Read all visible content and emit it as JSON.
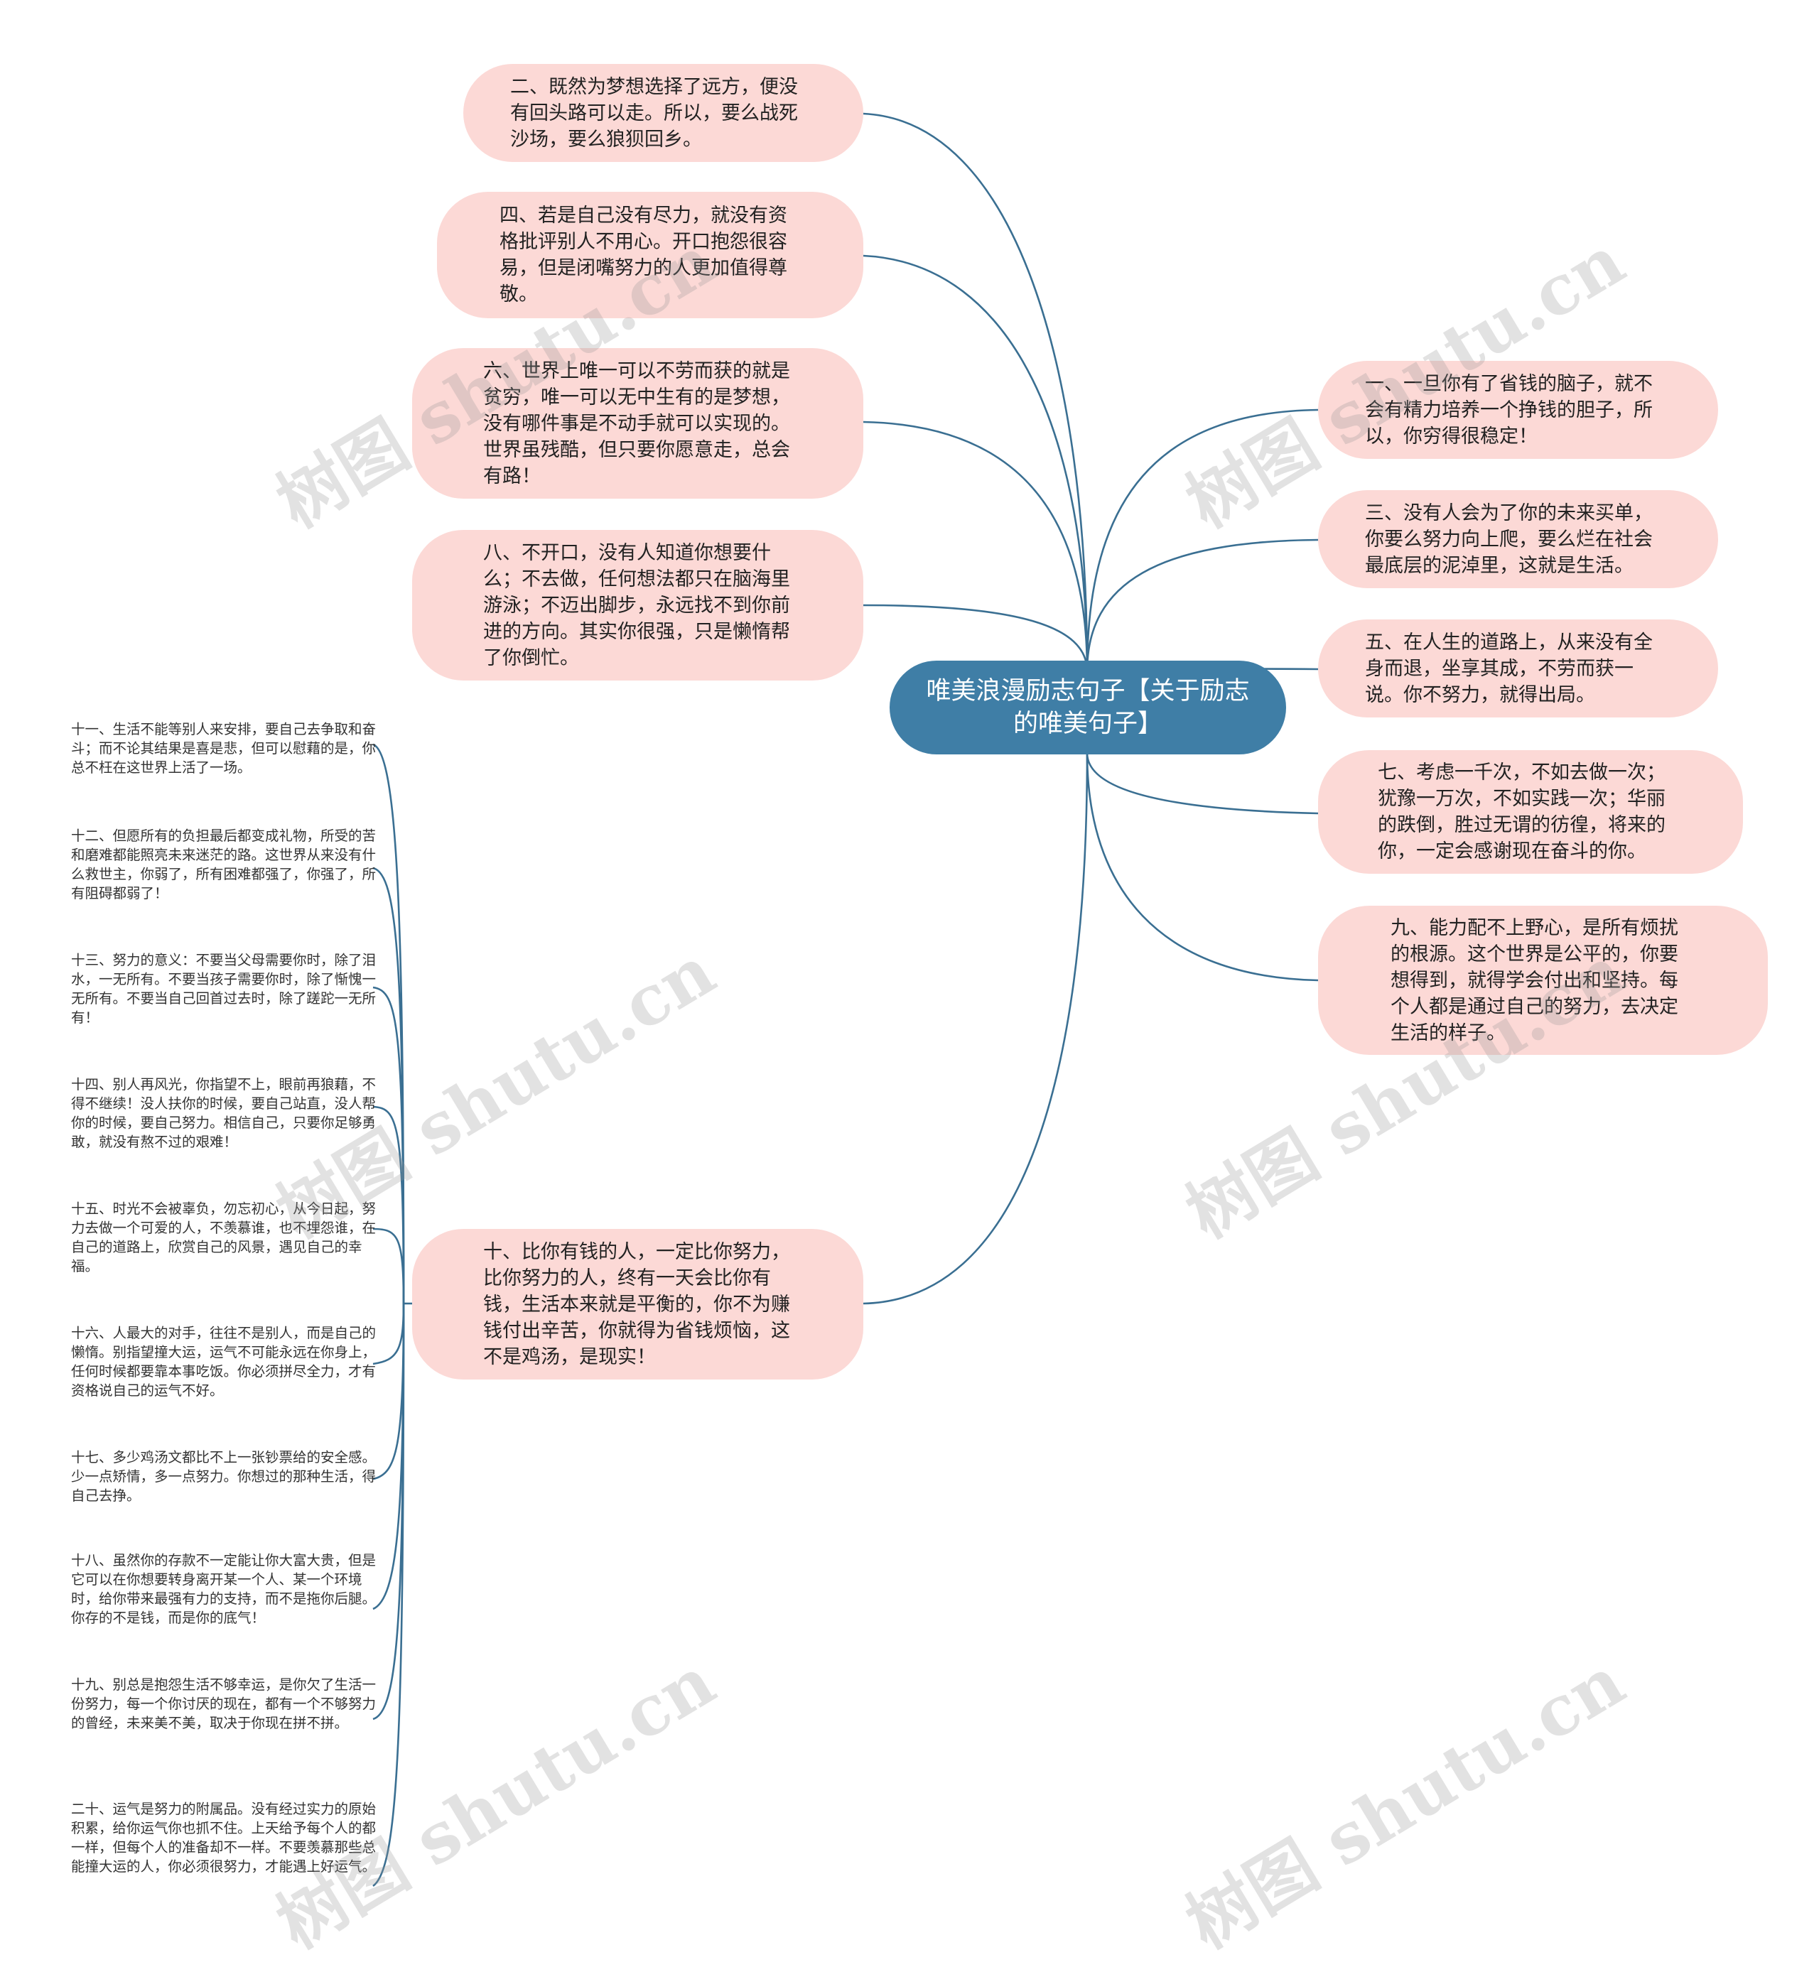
{
  "central_topic": "唯美浪漫励志句子【关于励志的唯美句子】",
  "left_nodes": [
    "二、既然为梦想选择了远方，便没有回头路可以走。所以，要么战死沙场，要么狼狈回乡。",
    "四、若是自己没有尽力，就没有资格批评别人不用心。开口抱怨很容易，但是闭嘴努力的人更加值得尊敬。",
    "六、世界上唯一可以不劳而获的就是贫穷，唯一可以无中生有的是梦想，没有哪件事是不动手就可以实现的。世界虽残酷，但只要你愿意走，总会有路！",
    "八、不开口，没有人知道你想要什么；不去做，任何想法都只在脑海里游泳；不迈出脚步，永远找不到你前进的方向。其实你很强，只是懒惰帮了你倒忙。",
    "十、比你有钱的人，一定比你努力，比你努力的人，终有一天会比你有钱，生活本来就是平衡的，你不为赚钱付出辛苦，你就得为省钱烦恼，这不是鸡汤，是现实！"
  ],
  "right_nodes": [
    "一、一旦你有了省钱的脑子，就不会有精力培养一个挣钱的胆子，所以，你穷得很稳定！",
    "三、没有人会为了你的未来买单，你要么努力向上爬，要么烂在社会最底层的泥淖里，这就是生活。",
    "五、在人生的道路上，从来没有全身而退，坐享其成，不劳而获一说。你不努力，就得出局。",
    "七、考虑一千次，不如去做一次；犹豫一万次，不如实践一次；华丽的跌倒，胜过无谓的彷徨，将来的你，一定会感谢现在奋斗的你。",
    "九、能力配不上野心，是所有烦扰的根源。这个世界是公平的，你要想得到，就得学会付出和坚持。每个人都是通过自己的努力，去决定生活的样子。"
  ],
  "sub_nodes": [
    "十一、生活不能等别人来安排，要自己去争取和奋斗；而不论其结果是喜是悲，但可以慰藉的是，你总不枉在这世界上活了一场。",
    "十二、但愿所有的负担最后都变成礼物，所受的苦和磨难都能照亮未来迷茫的路。这世界从来没有什么救世主，你弱了，所有困难都强了，你强了，所有阻碍都弱了！",
    "十三、努力的意义：不要当父母需要你时，除了泪水，一无所有。不要当孩子需要你时，除了惭愧一无所有。不要当自己回首过去时，除了蹉跎一无所有！",
    "十四、别人再风光，你指望不上，眼前再狼藉，不得不继续！没人扶你的时候，要自己站直，没人帮你的时候，要自己努力。相信自己，只要你足够勇敢，就没有熬不过的艰难！",
    "十五、时光不会被辜负，勿忘初心，从今日起，努力去做一个可爱的人，不羡慕谁，也不埋怨谁，在自己的道路上，欣赏自己的风景，遇见自己的幸福。",
    "十六、人最大的对手，往往不是别人，而是自己的懒惰。别指望撞大运，运气不可能永远在你身上，任何时候都要靠本事吃饭。你必须拼尽全力，才有资格说自己的运气不好。",
    "十七、多少鸡汤文都比不上一张钞票给的安全感。少一点矫情，多一点努力。你想过的那种生活，得自己去挣。",
    "十八、虽然你的存款不一定能让你大富大贵，但是它可以在你想要转身离开某一个人、某一个环境时，给你带来最强有力的支持，而不是拖你后腿。你存的不是钱，而是你的底气！",
    "十九、别总是抱怨生活不够幸运，是你欠了生活一份努力，每一个你讨厌的现在，都有一个不够努力的曾经，未来美不美，取决于你现在拼不拼。",
    "二十、运气是努力的附属品。没有经过实力的原始积累，给你运气你也抓不住。上天给予每个人的都一样，但每个人的准备却不一样。不要羡慕那些总能撞大运的人，你必须很努力，才能遇上好运气。"
  ],
  "watermark": "树图 shutu.cn",
  "colors": {
    "center_bg": "#3f7ea6",
    "node_bg": "#fcd9d6",
    "line": "#3a6f92"
  }
}
